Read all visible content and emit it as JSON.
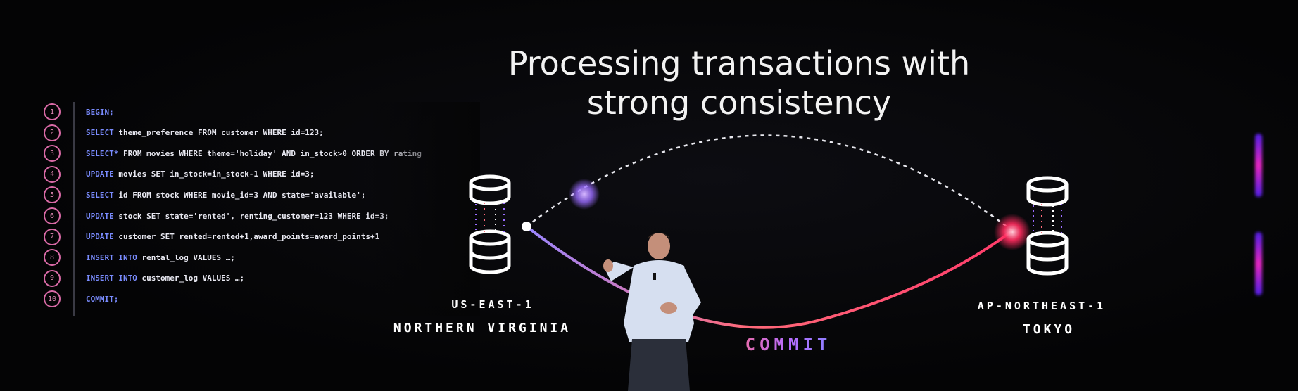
{
  "slide": {
    "title_line1": "Processing transactions with",
    "title_line2": "strong consistency",
    "left_region": {
      "code": "US-EAST-1",
      "name": "NORTHERN VIRGINIA"
    },
    "right_region": {
      "code": "AP-NORTHEAST-1",
      "name": "TOKYO"
    },
    "commit_label": "COMMIT",
    "colors": {
      "accent_pink": "#ff3b6a",
      "accent_purple": "#b86cff",
      "accent_blue": "#6f8cff"
    }
  },
  "code": {
    "lines": [
      {
        "num": "1",
        "kw": "BEGIN;",
        "rest": ""
      },
      {
        "num": "2",
        "kw": "SELECT",
        "rest": " theme_preference FROM customer WHERE id=123;"
      },
      {
        "num": "3",
        "kw": "SELECT*",
        "rest": " FROM movies WHERE theme='holiday' AND in_stock>0 ORDER BY rating"
      },
      {
        "num": "4",
        "kw": "UPDATE",
        "rest": " movies SET in_stock=in_stock-1 WHERE id=3;"
      },
      {
        "num": "5",
        "kw": "SELECT",
        "rest": " id FROM stock WHERE movie_id=3 AND state='available';"
      },
      {
        "num": "6",
        "kw": "UPDATE",
        "rest": " stock SET state='rented', renting_customer=123 WHERE id=3;"
      },
      {
        "num": "7",
        "kw": "UPDATE",
        "rest": " customer SET rented=rented+1,award_points=award_points+1"
      },
      {
        "num": "8",
        "kw": "INSERT INTO",
        "rest": " rental_log VALUES …;"
      },
      {
        "num": "9",
        "kw": "INSERT INTO",
        "rest": " customer_log VALUES …;"
      },
      {
        "num": "10",
        "kw": "COMMIT;",
        "rest": ""
      }
    ]
  }
}
